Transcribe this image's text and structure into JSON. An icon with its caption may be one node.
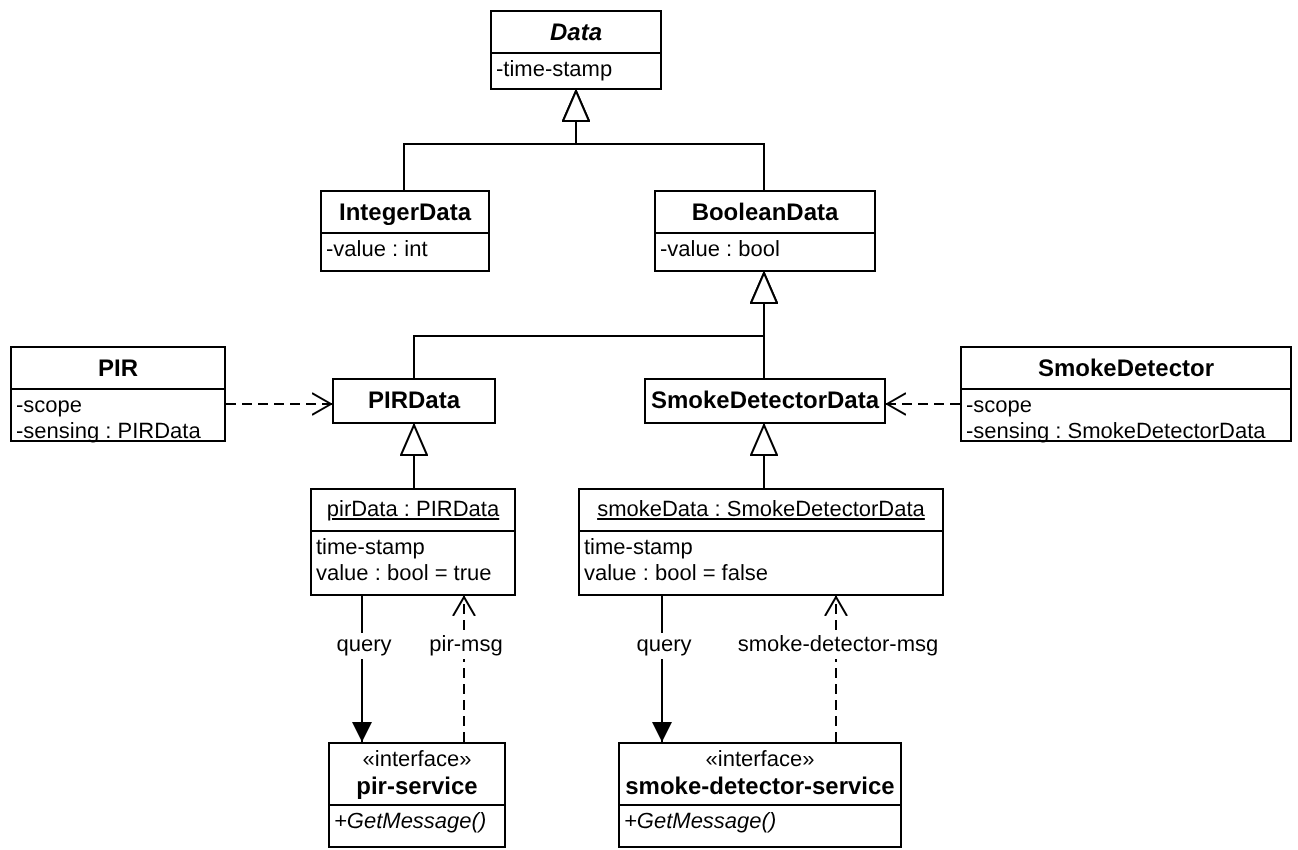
{
  "diagram": {
    "nodes": [
      {
        "text": [
          "Data",
          "-time-stamp"
        ]
      },
      {
        "text": [
          "IntegerData",
          "-value : int"
        ]
      },
      {
        "text": [
          "BooleanData",
          "-value : bool"
        ]
      },
      {
        "text": [
          "PIR",
          "-scope",
          "-sensing : PIRData"
        ]
      },
      {
        "text": [
          "PIRData"
        ]
      },
      {
        "text": [
          "SmokeDetectorData"
        ]
      },
      {
        "text": [
          "SmokeDetector",
          "-scope",
          "-sensing : SmokeDetectorData"
        ]
      },
      {
        "text": [
          "pirData : PIRData",
          "time-stamp",
          "value : bool = true"
        ]
      },
      {
        "text": [
          "smokeData : SmokeDetectorData",
          "time-stamp",
          "value : bool = false"
        ]
      },
      {
        "text": [
          "«interface»",
          "pir-service",
          "+GetMessage()"
        ]
      },
      {
        "text": [
          "«interface»",
          "smoke-detector-service",
          "+GetMessage()"
        ]
      }
    ],
    "edges": [
      {
        "from": 1,
        "to": 0,
        "arrow": "to"
      },
      {
        "from": 2,
        "to": 0,
        "arrow": "to"
      },
      {
        "from": 4,
        "to": 2,
        "arrow": "to"
      },
      {
        "from": 5,
        "to": 2,
        "arrow": "to"
      },
      {
        "from": 3,
        "to": 4,
        "arrow": "to",
        "style": "dashed"
      },
      {
        "from": 6,
        "to": 5,
        "arrow": "to",
        "style": "dashed"
      },
      {
        "from": 7,
        "to": 4,
        "arrow": "to"
      },
      {
        "from": 8,
        "to": 5,
        "arrow": "to"
      },
      {
        "from": 7,
        "to": 9,
        "arrow": "to",
        "label": "query"
      },
      {
        "from": 9,
        "to": 7,
        "arrow": "to",
        "label": "pir-msg",
        "style": "dashed"
      },
      {
        "from": 8,
        "to": 10,
        "arrow": "to",
        "label": "query"
      },
      {
        "from": 10,
        "to": 8,
        "arrow": "to",
        "label": "smoke-detector-msg",
        "style": "dashed"
      }
    ]
  }
}
